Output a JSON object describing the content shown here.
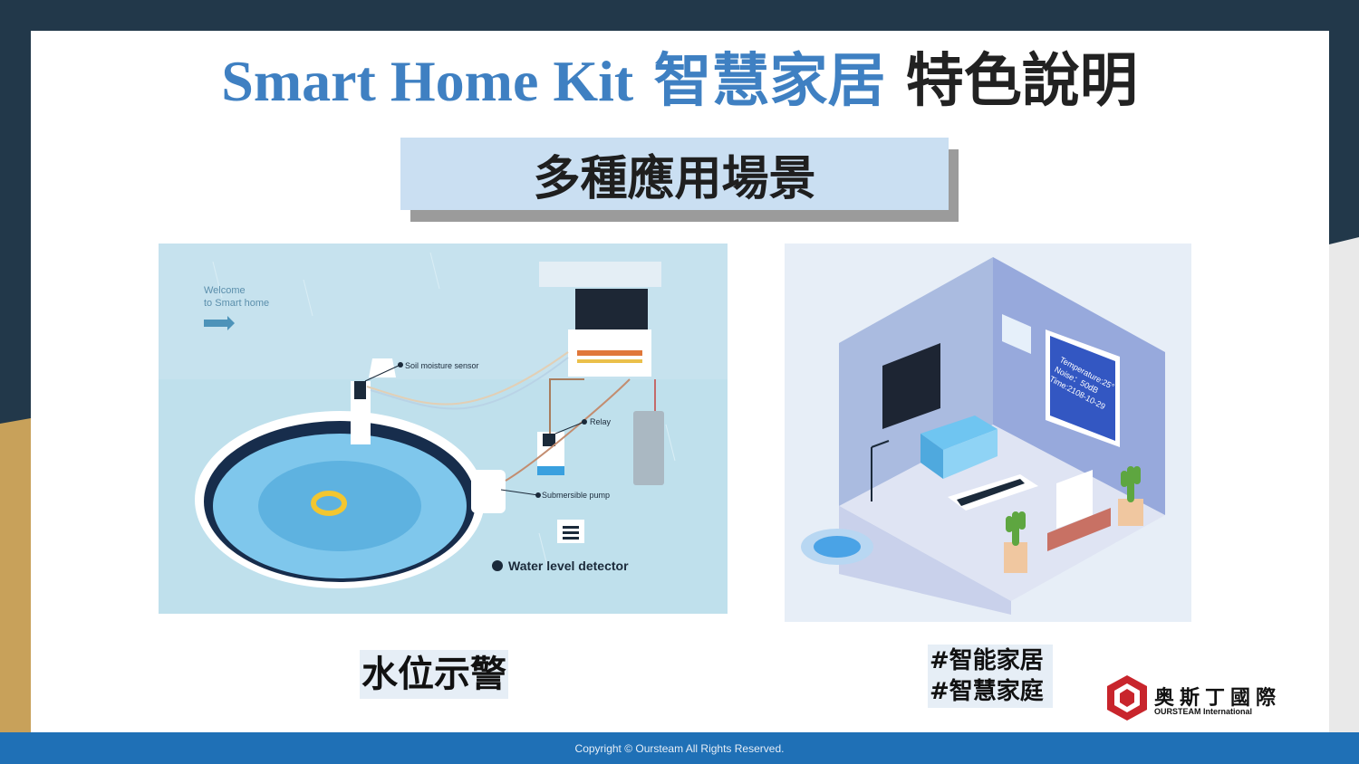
{
  "title": {
    "english": "Smart Home Kit",
    "chinese_blue": "智慧家居",
    "chinese_dark": "特色說明"
  },
  "subtitle": "多種應用場景",
  "left_illustration": {
    "welcome_line1": "Welcome",
    "welcome_line2": "to Smart home",
    "labels": {
      "soil": "Soil moisture sensor",
      "relay": "Relay",
      "pump": "Submersible pump",
      "detector": "Water level detector"
    }
  },
  "right_illustration": {
    "screen_lines": [
      "Temperature:25°",
      "Noise：50dB",
      "Time:2108-10-29"
    ]
  },
  "captions": {
    "left": "水位示警",
    "right_line1": "#智能家居",
    "right_line2": "#智慧家庭"
  },
  "logo": {
    "chinese": "奥斯丁國際",
    "english": "OURSTEAM International"
  },
  "footer": "Copyright © Oursteam All Rights Reserved.",
  "colors": {
    "accent_blue": "#3f80c2",
    "navy": "#22384a",
    "gold": "#c8a15a",
    "footer_blue": "#1f70b6",
    "logo_red": "#c8252c"
  }
}
